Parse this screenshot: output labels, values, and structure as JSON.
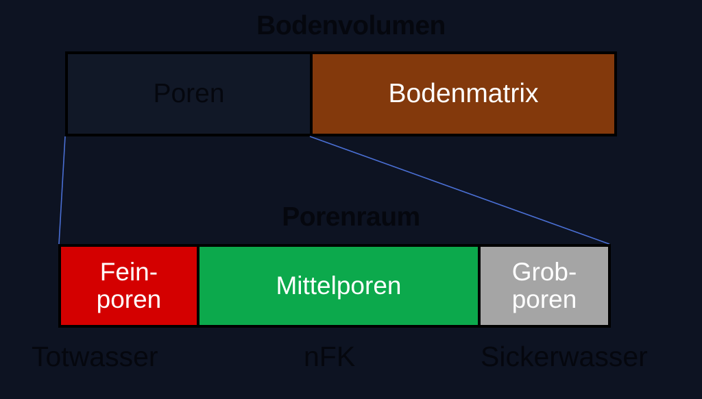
{
  "diagram": {
    "background_color": "#0d1322",
    "text_color_dark": "#05070e",
    "text_color_light": "#ffffff",
    "connector_color": "#4a6fd4"
  },
  "top": {
    "title": "Bodenvolumen",
    "segments": [
      {
        "label": "Poren",
        "color": "#111827",
        "text_color": "#05070e",
        "width_pct": 44.3
      },
      {
        "label": "Bodenmatrix",
        "color": "#83390c",
        "text_color": "#ffffff",
        "width_pct": 55.7
      }
    ]
  },
  "bottom": {
    "title": "Porenraum",
    "segments": [
      {
        "label": "Fein-\nporen",
        "color": "#d40000",
        "text_color": "#ffffff",
        "width_pct": 24.8
      },
      {
        "label": "Mittelporen",
        "color": "#0ca94c",
        "text_color": "#ffffff",
        "width_pct": 51.9
      },
      {
        "label": "Grob-\nporen",
        "color": "#a5a5a5",
        "text_color": "#ffffff",
        "width_pct": 23.3
      }
    ]
  },
  "captions": [
    {
      "label": "Totwasser"
    },
    {
      "label": "nFK"
    },
    {
      "label": "Sickerwasser"
    }
  ]
}
